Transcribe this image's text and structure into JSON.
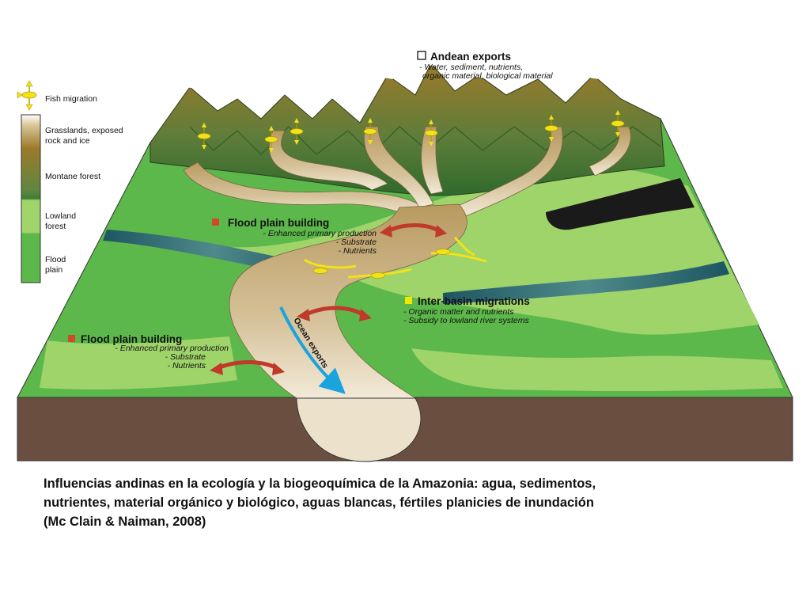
{
  "legend": {
    "fish_migration": "Fish migration",
    "grasslands": [
      "Grasslands, exposed",
      "rock and ice"
    ],
    "montane_forest": "Montane forest",
    "lowland_forest": [
      "Lowland",
      "forest"
    ],
    "flood_plain": [
      "Flood",
      "plain"
    ]
  },
  "andean_exports": {
    "title": "Andean exports",
    "lines": [
      "- Water, sediment, nutrients,",
      "organic material, biological material"
    ]
  },
  "flood_plain_upper": {
    "title": "Flood plain building",
    "lines": [
      "- Enhanced primary production",
      "- Substrate",
      "- Nutrients"
    ]
  },
  "flood_plain_lower": {
    "title": "Flood plain building",
    "lines": [
      "- Enhanced primary production",
      "- Substrate",
      "- Nutrients"
    ]
  },
  "inter_basin": {
    "title": "Inter-basin migrations",
    "lines": [
      "- Organic matter and nutrients",
      "- Subsidy to lowland river systems"
    ]
  },
  "ocean_exports": "Ocean exports",
  "caption": [
    "Influencias andinas en la ecología y la biogeoquímica de la Amazonia:  agua, sedimentos,",
    "nutrientes, material orgánico y biológico, aguas blancas, fértiles planicies de inundación",
    "(Mc Clain & Naiman, 2008)"
  ],
  "colors": {
    "flood_plain": "#5cb84a",
    "lowland_forest": "#9fd46a",
    "montane_forest": "#3f7d33",
    "grasslands": "#9c7a2a",
    "soil": "#6a4f40",
    "sediment_river": "#c8ad80",
    "black_water": "#1a1a1a",
    "clear_water": "#1e5562",
    "marker_red": "#d04a2a",
    "marker_yellow": "#f5e600",
    "arrow_red": "#c0392b",
    "arrow_blue": "#1aa3dd",
    "fish": "#f2e21a"
  }
}
